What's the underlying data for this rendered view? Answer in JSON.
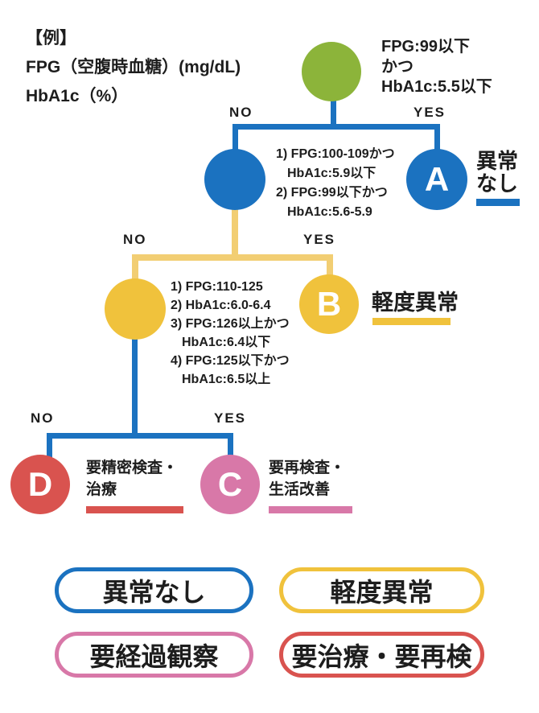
{
  "colors": {
    "green": "#8CB43A",
    "blue": "#1B72C0",
    "yellow": "#F0C23C",
    "yellow_connector": "#F2CE73",
    "red": "#D9534F",
    "pink": "#D878A8",
    "text": "#1D1D1D",
    "background": "#FFFFFF"
  },
  "header": {
    "example_tag": "【例】",
    "line1": "FPG（空腹時血糖）(mg/dL)",
    "line2": "HbA1c（%）"
  },
  "tree": {
    "root": {
      "condition_lines": [
        "FPG:99以下",
        "かつ",
        "HbA1c:5.5以下"
      ]
    },
    "branch1": {
      "no": "NO",
      "yes": "YES"
    },
    "node_a": {
      "letter": "A",
      "label_lines": [
        "異常",
        "なし"
      ]
    },
    "node2": {
      "condition_lines": [
        "1) FPG:100-109かつ",
        "HbA1c:5.9以下",
        "2) FPG:99以下かつ",
        "HbA1c:5.6-5.9"
      ]
    },
    "branch2": {
      "no": "NO",
      "yes": "YES"
    },
    "node_b": {
      "letter": "B",
      "label": "軽度異常"
    },
    "node3": {
      "condition_lines": [
        "1) FPG:110-125",
        "2) HbA1c:6.0-6.4",
        "3) FPG:126以上かつ",
        "HbA1c:6.4以下",
        "4) FPG:125以下かつ",
        "HbA1c:6.5以上"
      ]
    },
    "branch3": {
      "no": "NO",
      "yes": "YES"
    },
    "node_d": {
      "letter": "D",
      "label_lines": [
        "要精密検査・",
        "治療"
      ]
    },
    "node_c": {
      "letter": "C",
      "label_lines": [
        "要再検査・",
        "生活改善"
      ]
    }
  },
  "legend": [
    {
      "label": "異常なし",
      "color": "#1B72C0"
    },
    {
      "label": "軽度異常",
      "color": "#F0C23C"
    },
    {
      "label": "要経過観察",
      "color": "#D878A8"
    },
    {
      "label": "要治療・要再検",
      "color": "#D9534F"
    }
  ]
}
